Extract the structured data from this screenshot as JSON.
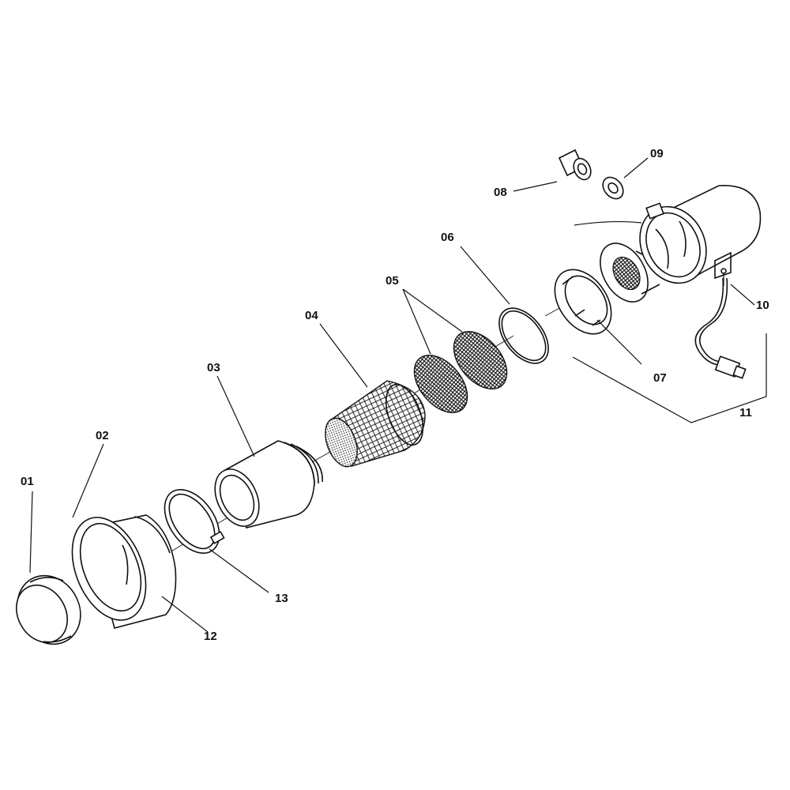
{
  "diagram": {
    "type": "exploded-parts-diagram",
    "callouts": [
      {
        "id": "01",
        "text": "01"
      },
      {
        "id": "02",
        "text": "02"
      },
      {
        "id": "03",
        "text": "03"
      },
      {
        "id": "04",
        "text": "04"
      },
      {
        "id": "05",
        "text": "05"
      },
      {
        "id": "06",
        "text": "06"
      },
      {
        "id": "07",
        "text": "07"
      },
      {
        "id": "08",
        "text": "08"
      },
      {
        "id": "09",
        "text": "09"
      },
      {
        "id": "10",
        "text": "10"
      },
      {
        "id": "11",
        "text": "11"
      },
      {
        "id": "12",
        "text": "12"
      },
      {
        "id": "13",
        "text": "13"
      }
    ]
  },
  "colors": {
    "ink": "#111111",
    "background": "#ffffff",
    "mesh": "#222222"
  }
}
